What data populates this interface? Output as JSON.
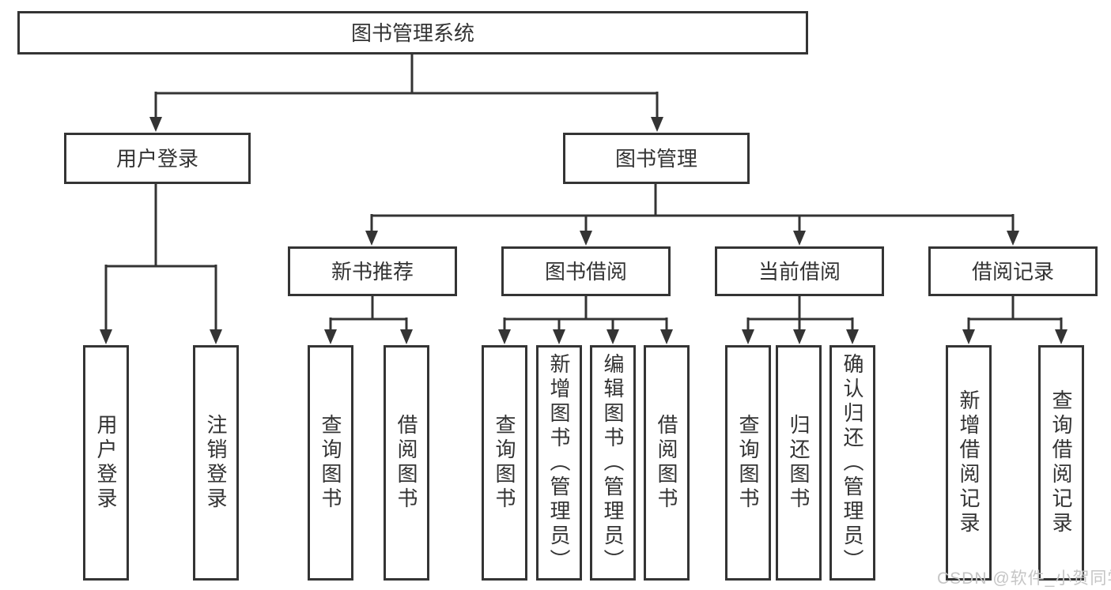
{
  "colors": {
    "line": "#343434",
    "box_border": "#343434",
    "text": "#333333",
    "background": "#ffffff",
    "watermark_text": "#c5c5c5"
  },
  "watermark": {
    "text": "CSDN @软件_小贺同学"
  },
  "tree": {
    "root": {
      "label": "图书管理系统"
    },
    "branches": [
      {
        "label": "用户登录",
        "children": [
          {
            "label": "用户登录"
          },
          {
            "label": "注销登录"
          }
        ]
      },
      {
        "label": "图书管理",
        "children": [
          {
            "label": "新书推荐",
            "children": [
              {
                "label": "查询图书"
              },
              {
                "label": "借阅图书"
              }
            ]
          },
          {
            "label": "图书借阅",
            "children": [
              {
                "label": "查询图书"
              },
              {
                "label": "新增图书（管理员）"
              },
              {
                "label": "编辑图书（管理员）"
              },
              {
                "label": "借阅图书"
              }
            ]
          },
          {
            "label": "当前借阅",
            "children": [
              {
                "label": "查询图书"
              },
              {
                "label": "归还图书"
              },
              {
                "label": "确认归还（管理员）"
              }
            ]
          },
          {
            "label": "借阅记录",
            "children": [
              {
                "label": "新增借阅记录"
              },
              {
                "label": "查询借阅记录"
              }
            ]
          }
        ]
      }
    ]
  }
}
